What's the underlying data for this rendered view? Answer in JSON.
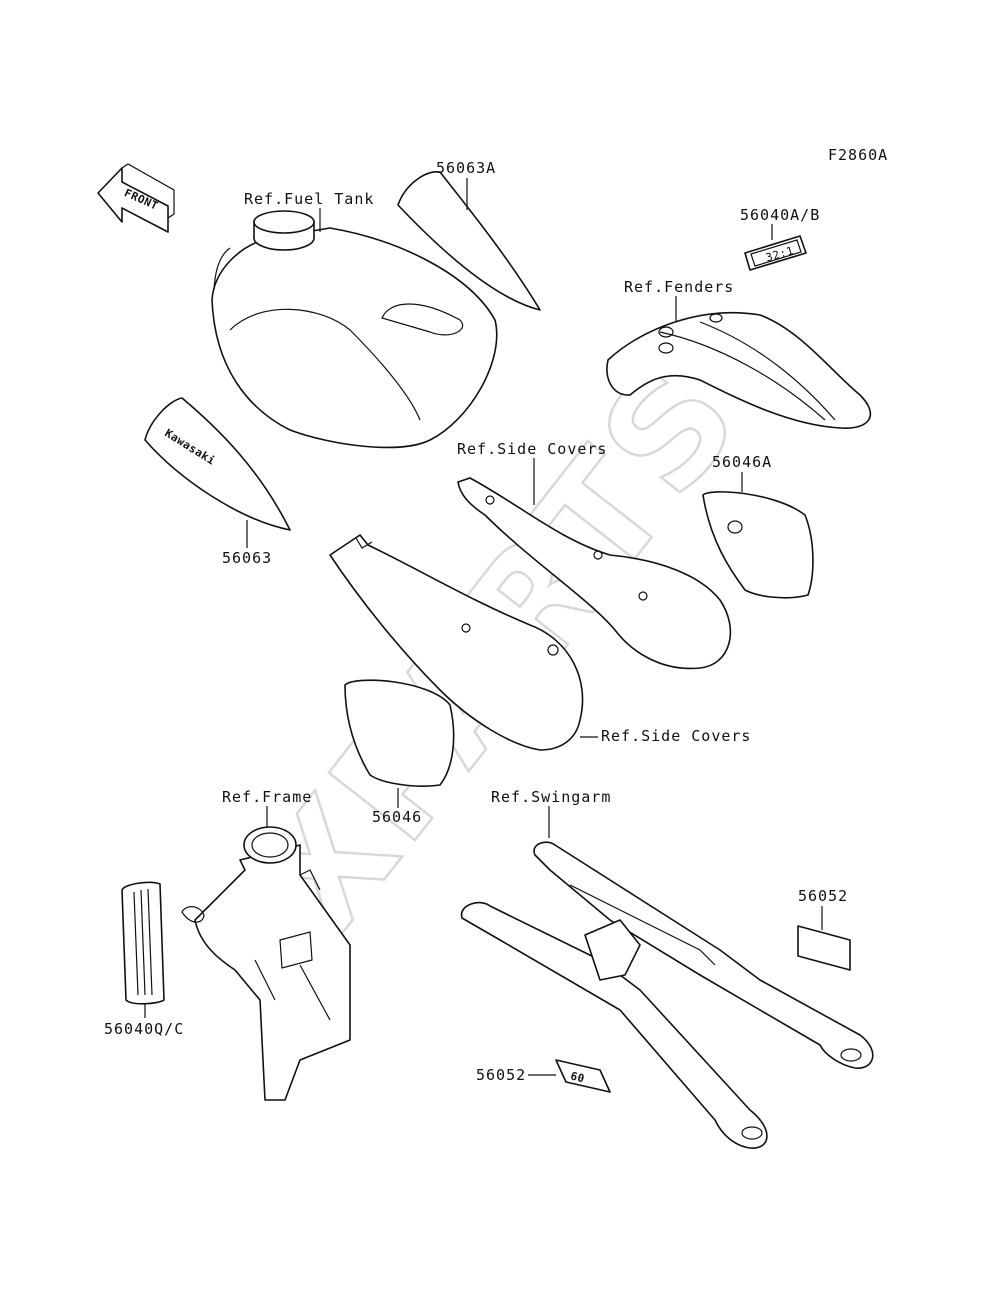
{
  "figure_code": "F2860A",
  "direction_label": "FRONT",
  "watermark": "XPARTS",
  "labels": {
    "ref_fuel_tank": "Ref.Fuel Tank",
    "ref_fenders": "Ref.Fenders",
    "ref_side_covers_top": "Ref.Side Covers",
    "ref_side_covers_right": "Ref.Side Covers",
    "ref_frame": "Ref.Frame",
    "ref_swingarm": "Ref.Swingarm"
  },
  "parts": {
    "p56063A": "56063A",
    "p56040AB": "56040A/B",
    "p56063": "56063",
    "p56046A": "56046A",
    "p56046": "56046",
    "p56040C": "56040Q/C",
    "p56052_right": "56052",
    "p56052_bottom": "56052"
  },
  "decals": {
    "brand_text": "Kawasaki",
    "ratio_text": "32:1",
    "size_text": "60"
  }
}
